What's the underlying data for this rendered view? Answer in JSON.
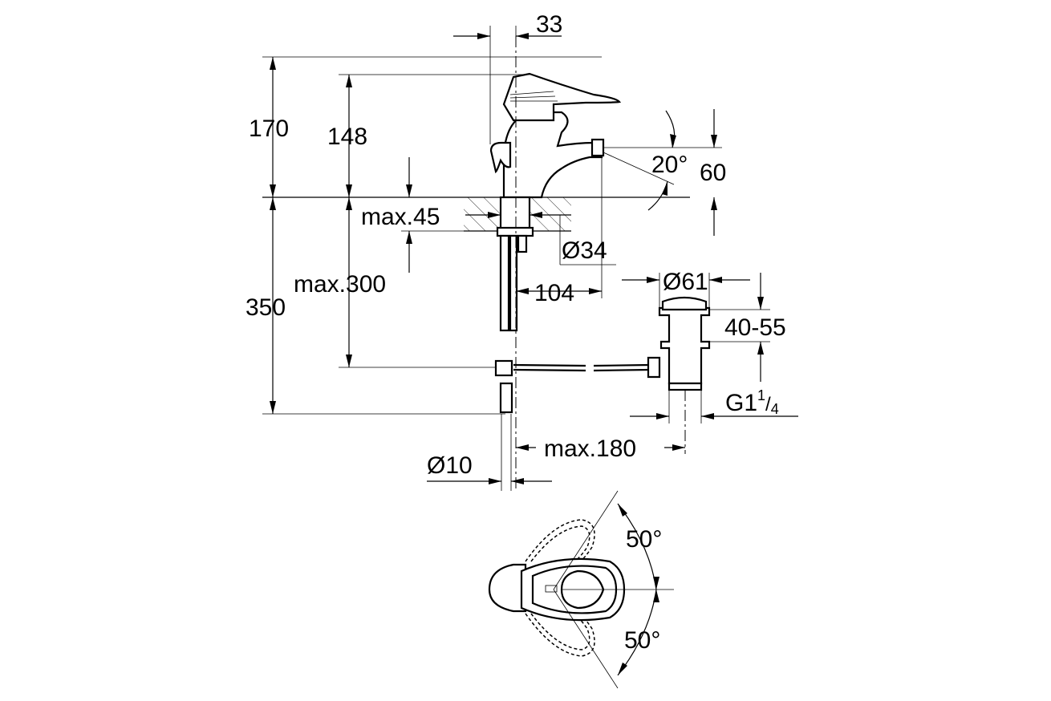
{
  "dimensions": {
    "spout_offset": "33",
    "total_height": "170",
    "lever_height": "148",
    "spout_angle": "20°",
    "spout_height": "60",
    "deck_thickness": "max.45",
    "hole_diameter": "Ø34",
    "pipe_length": "max.300",
    "total_below": "350",
    "spout_reach": "104",
    "waste_diameter": "Ø61",
    "waste_range": "40-55",
    "waste_thread_main": "G1",
    "waste_thread_num": "1",
    "waste_thread_den": "4",
    "rod_reach": "max.180",
    "tube_diameter": "Ø10",
    "rotation_up": "50°",
    "rotation_down": "50°"
  },
  "colors": {
    "line": "#000000",
    "background": "#ffffff"
  }
}
